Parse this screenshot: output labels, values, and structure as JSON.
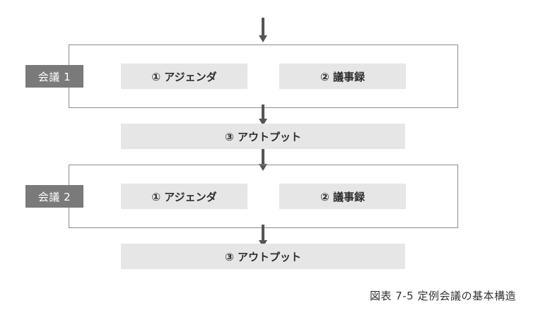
{
  "meetings": [
    {
      "label": "会議 1",
      "agenda": "① アジェンダ",
      "minutes": "② 議事録",
      "output": "③ アウトプット"
    },
    {
      "label": "会議 2",
      "agenda": "① アジェンダ",
      "minutes": "② 議事録",
      "output": "③ アウトプット"
    }
  ],
  "caption": "図表 7-5 定例会議の基本構造",
  "colors": {
    "frame_border": "#8c8c8c",
    "tag_fill": "#7a7a7a",
    "box_fill": "#e6e6e6",
    "arrow": "#555555"
  }
}
